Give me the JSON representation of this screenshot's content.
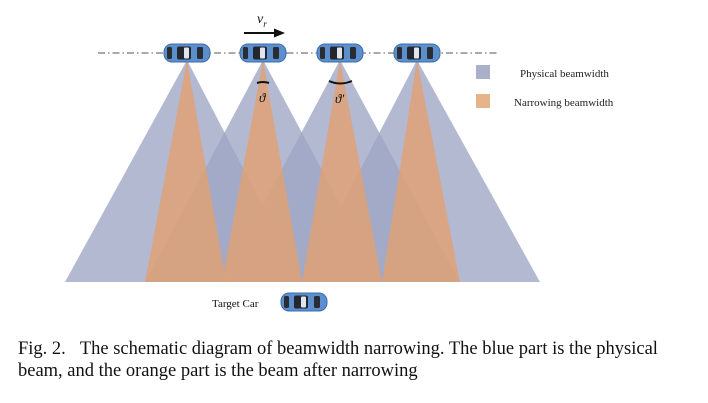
{
  "figure": {
    "velocity_symbol": "v",
    "velocity_subscript": "r",
    "angle_symbol": "ϑ",
    "angle_symbol_prime": "ϑ′",
    "target_label": "Target Car",
    "legend": [
      {
        "label": "Physical beamwidth",
        "color": "#aab0c9"
      },
      {
        "label": "Narrowing beamwidth",
        "color": "#e7b48a"
      }
    ],
    "colors": {
      "physical_beam": "#9ea5c4",
      "narrow_beam": "#e2a173",
      "car_body": "#5b8fce"
    }
  },
  "caption": {
    "number": "Fig. 2.",
    "text": "The schematic diagram of beamwidth narrowing. The blue part is the physical beam, and the orange part is the beam after narrowing"
  }
}
